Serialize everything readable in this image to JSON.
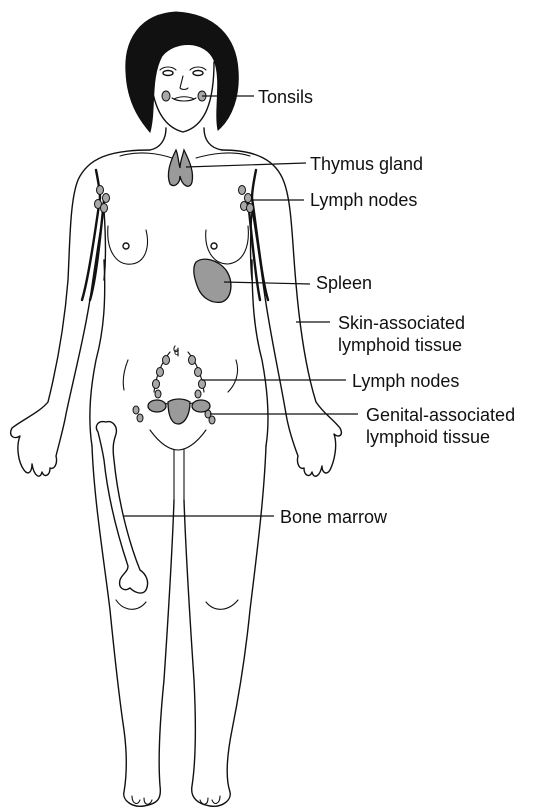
{
  "labels": {
    "tonsils": "Tonsils",
    "thymus": "Thymus gland",
    "lymph_nodes_axillary": "Lymph nodes",
    "spleen": "Spleen",
    "skin_line1": "Skin-associated",
    "skin_line2": "lymphoid tissue",
    "lymph_nodes_pelvic": "Lymph nodes",
    "genital_line1": "Genital-associated",
    "genital_line2": "lymphoid tissue",
    "bone_marrow": "Bone marrow"
  },
  "colors": {
    "ink": "#111111",
    "organ_fill": "#9a9a9a",
    "background": "#ffffff"
  }
}
